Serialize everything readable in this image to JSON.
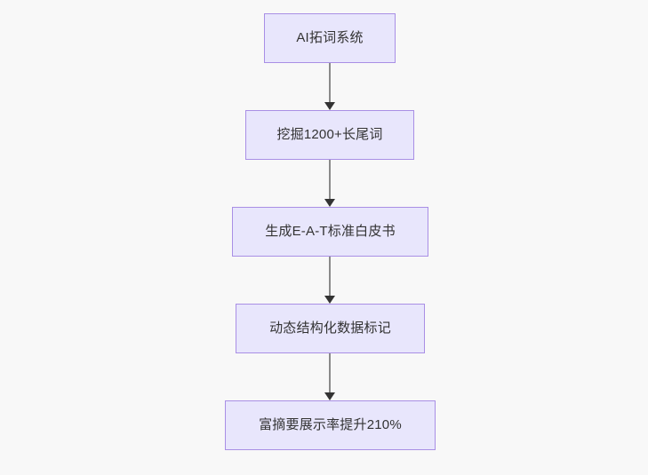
{
  "diagram": {
    "type": "flowchart",
    "orientation": "top-to-bottom",
    "background_color": "#f8f8f8",
    "node_fill_color": "#e8e6fc",
    "node_border_color": "#a98fe5",
    "node_text_color": "#333333",
    "connector_line_color": "#8a8a8a",
    "connector_arrow_color": "#333333",
    "nodes": [
      {
        "id": "n1",
        "label": "AI拓词系统"
      },
      {
        "id": "n2",
        "label": "挖掘1200+长尾词"
      },
      {
        "id": "n3",
        "label": "生成E-A-T标准白皮书"
      },
      {
        "id": "n4",
        "label": "动态结构化数据标记"
      },
      {
        "id": "n5",
        "label": "富摘要展示率提升210%"
      }
    ],
    "edges": [
      {
        "from": "n1",
        "to": "n2",
        "label": ""
      },
      {
        "from": "n2",
        "to": "n3",
        "label": ""
      },
      {
        "from": "n3",
        "to": "n4",
        "label": ""
      },
      {
        "from": "n4",
        "to": "n5",
        "label": ""
      }
    ]
  }
}
